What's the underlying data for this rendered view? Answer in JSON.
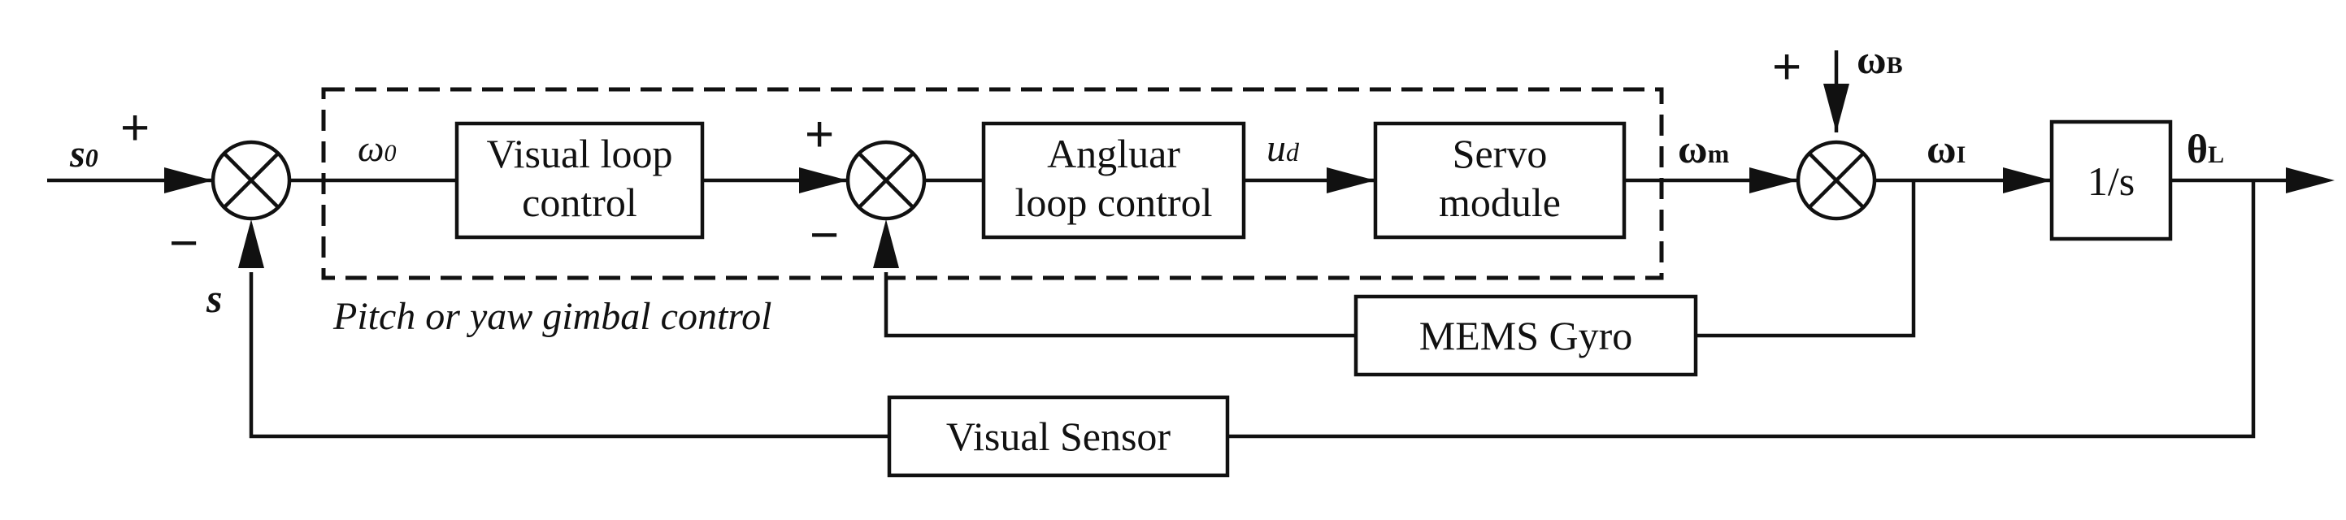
{
  "blocks": {
    "visual_loop": [
      "Visual loop",
      "control"
    ],
    "angular_loop": [
      "Angluar",
      "loop control"
    ],
    "servo": [
      "Servo",
      "module"
    ],
    "integrator": "1/s",
    "gyro": "MEMS Gyro",
    "visual_sensor": "Visual Sensor"
  },
  "signals": {
    "s0": {
      "base": "s",
      "sub": "0"
    },
    "omega0": {
      "base": "ω",
      "sub": "0"
    },
    "ud": {
      "base": "u",
      "sub": "d"
    },
    "omega_m": {
      "base": "ω",
      "sub": "m"
    },
    "omega_B": {
      "base": "ω",
      "sub": "B"
    },
    "omega_I": {
      "base": "ω",
      "sub": "I"
    },
    "theta_L": {
      "base": "θ",
      "sub": "L"
    },
    "s": "s"
  },
  "signs": {
    "plus": "+",
    "minus": "−"
  },
  "caption": "Pitch or yaw gimbal control"
}
